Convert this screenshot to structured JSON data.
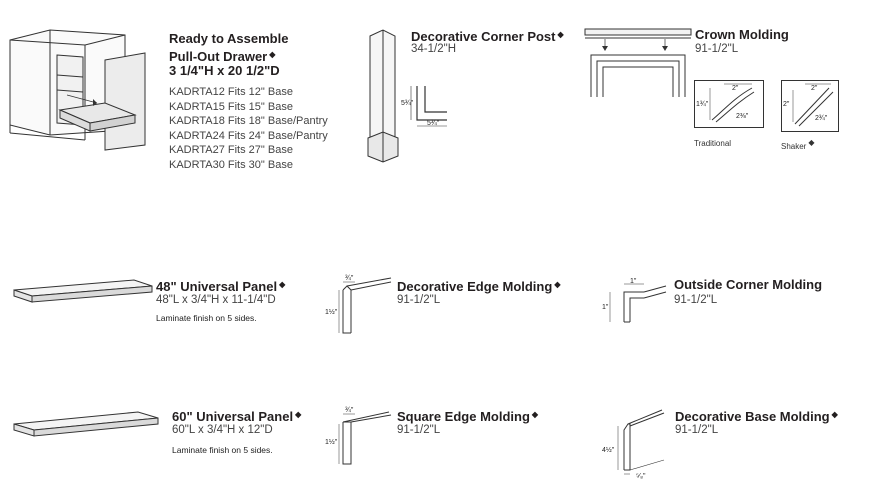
{
  "marker": "◆",
  "drawer": {
    "title_line1": "Ready to Assemble",
    "title_line2": "Pull-Out Drawer",
    "title_line3": "3 1/4\"H x 20 1/2\"D",
    "items": [
      "KADRTA12 Fits 12\" Base",
      "KADRTA15 Fits 15\" Base",
      "KADRTA18 Fits 18\" Base/Pantry",
      "KADRTA24 Fits 24\" Base/Pantry",
      "KADRTA27 Fits 27\" Base",
      "KADRTA30 Fits 30\" Base"
    ]
  },
  "corner_post": {
    "title": "Decorative Corner Post",
    "size": "34-1/2\"H",
    "dims": [
      "5¾\"",
      "5¾\""
    ]
  },
  "crown": {
    "title": "Crown Molding",
    "size": "91-1/2\"L",
    "traditional": {
      "label": "Traditional",
      "dims": [
        "2\"",
        "1¾\"",
        "2⅜\""
      ]
    },
    "shaker": {
      "label": "Shaker",
      "dims": [
        "2\"",
        "2\"",
        "2¾\""
      ]
    }
  },
  "panel48": {
    "title": "48\" Universal Panel",
    "size": "48\"L x 3/4\"H x 11-1/4\"D",
    "note": "Laminate finish on 5 sides."
  },
  "edge_molding": {
    "title": "Decorative Edge Molding",
    "size": "91-1/2\"L",
    "dims": [
      "¾\"",
      "1½\""
    ]
  },
  "outside_corner": {
    "title": "Outside Corner Molding",
    "size": "91-1/2\"L",
    "dims": [
      "1\"",
      "1\""
    ]
  },
  "panel60": {
    "title": "60\" Universal Panel",
    "size": "60\"L x 3/4\"H x 12\"D",
    "note": "Laminate finish on 5 sides."
  },
  "square_edge": {
    "title": "Square Edge Molding",
    "size": "91-1/2\"L",
    "dims": [
      "¾\"",
      "1½\""
    ]
  },
  "base_molding": {
    "title": "Decorative Base Molding",
    "size": "91-1/2\"L",
    "dims": [
      "4½\"",
      "⁵⁄₈\""
    ]
  }
}
